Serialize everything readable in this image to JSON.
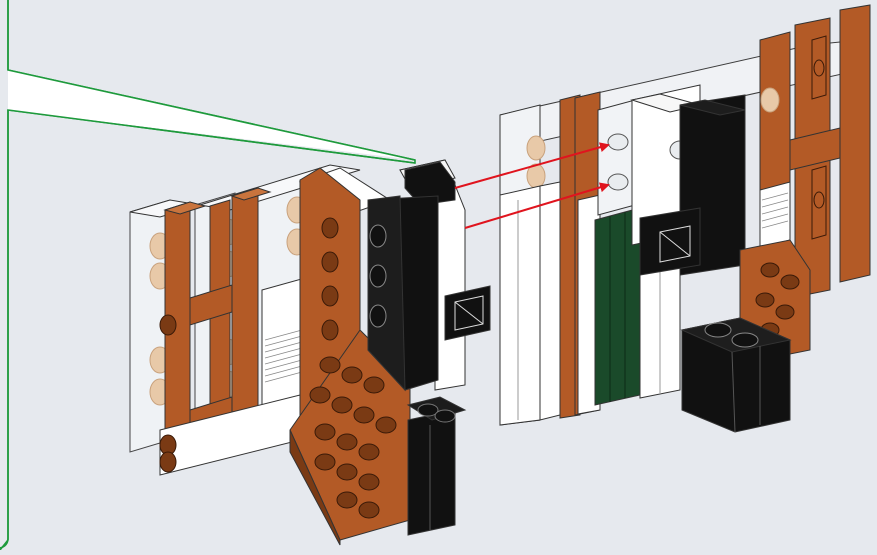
{
  "figure": {
    "kind": "lego-building-instruction-step",
    "callout": {
      "border_color": "#1e9a3c",
      "fill_color": "#ffffff"
    },
    "arrows": {
      "color": "#e0141e",
      "count": 2
    },
    "colors": {
      "background": "#e6e9ee",
      "brown": "#b35a26",
      "brown_dark": "#7a3a14",
      "black": "#111111",
      "white": "#ffffff",
      "dark_green": "#1a4a2a",
      "trans_clear": "#eef1f4",
      "outline": "#333333"
    },
    "parts": [
      "left-submodel",
      "right-submodel",
      "black-brick-1x2-vertical",
      "white-tile",
      "brown-plate-4x4",
      "black-brick-2x2",
      "dark-green-panel"
    ]
  }
}
